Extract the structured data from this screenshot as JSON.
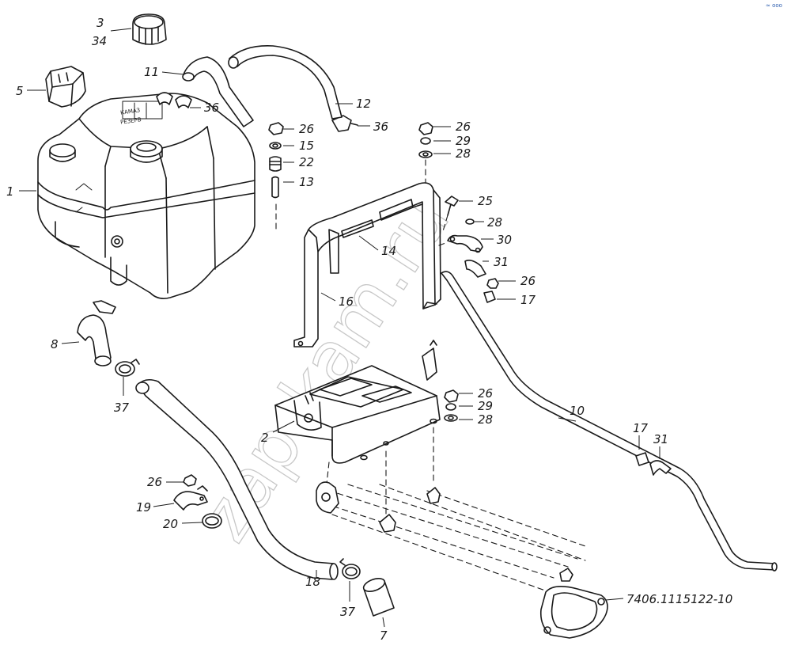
{
  "callouts": {
    "c1": "1",
    "c2": "2",
    "c3": "3",
    "c34": "34",
    "c5": "5",
    "c7": "7",
    "c8": "8",
    "c10": "10",
    "c11": "11",
    "c12": "12",
    "c13": "13",
    "c14": "14",
    "c15": "15",
    "c16": "16",
    "c17a": "17",
    "c17b": "17",
    "c18": "18",
    "c19": "19",
    "c20": "20",
    "c22": "22",
    "c25": "25",
    "c26a": "26",
    "c26b": "26",
    "c26c": "26",
    "c26d": "26",
    "c26e": "26",
    "c28a": "28",
    "c28b": "28",
    "c28c": "28",
    "c29a": "29",
    "c29b": "29",
    "c30": "30",
    "c31a": "31",
    "c31b": "31",
    "c36a": "36",
    "c36b": "36",
    "c37a": "37",
    "c37b": "37",
    "assembly_code": "7406.1115122-10"
  },
  "watermark": "zap-kam.ru",
  "corner_logo": "≈ ooo",
  "tank_embossing": [
    "КАМАЗ",
    "РЕЗЕРВ"
  ],
  "icons": [
    "expansion-tank",
    "filler-cap",
    "hose",
    "clamp",
    "bracket",
    "pipe",
    "nut",
    "washer",
    "bolt"
  ]
}
